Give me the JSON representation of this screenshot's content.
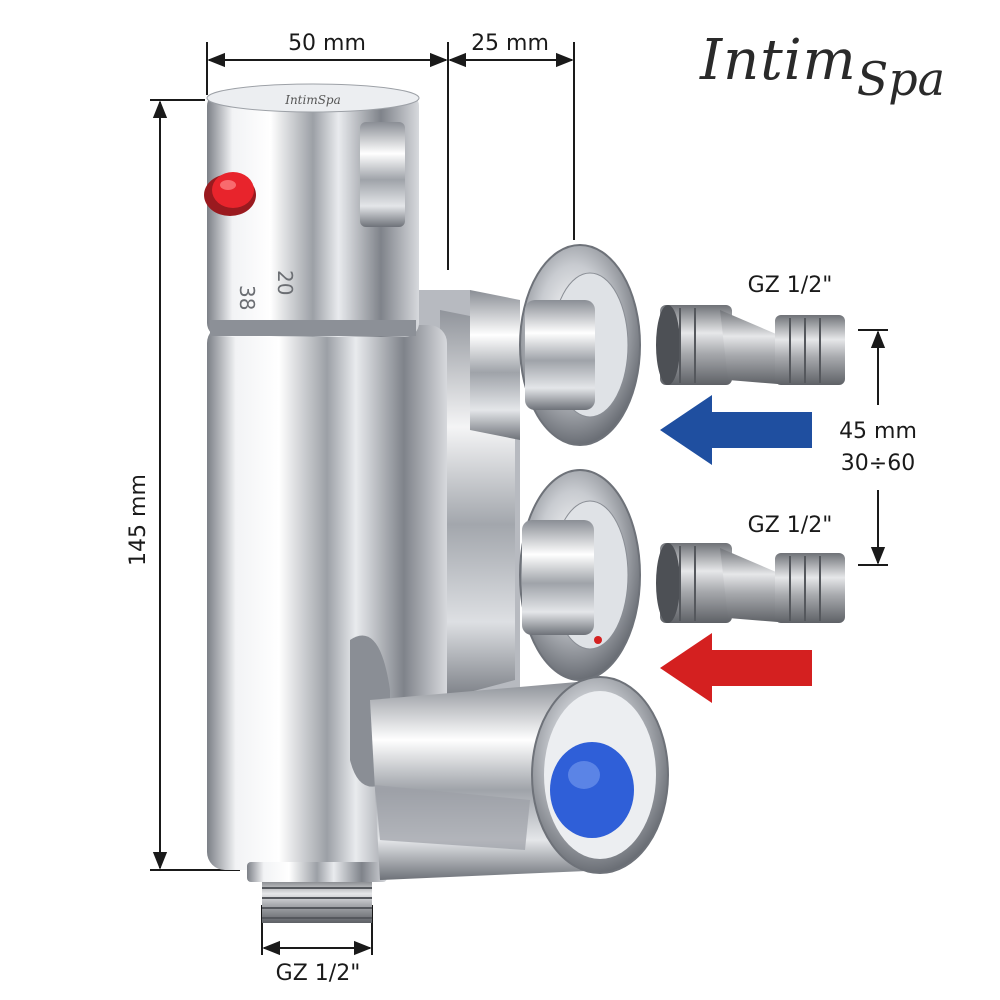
{
  "dimensions": {
    "width_top": "50 mm",
    "inlet_depth": "25 mm",
    "height": "145 mm",
    "inlet_spacing": "45 mm",
    "inlet_range": "30÷60"
  },
  "connectors": {
    "top_label": "GZ 1/2\"",
    "middle_label": "GZ 1/2\"",
    "bottom_label": "GZ 1/2\""
  },
  "cap_marks": {
    "scale_a": "38",
    "scale_b": "20",
    "cap_logo": "IntimSpa"
  },
  "brand": {
    "part1": "Intim",
    "part2": "Spa"
  },
  "colors": {
    "cold_arrow": "#1f4fa0",
    "hot_arrow": "#d42020",
    "red_button": "#e8242c",
    "blue_knob": "#2f5fd8",
    "chrome": "#c9ccd2"
  },
  "icons": {
    "cold": "cold-water-arrow-icon",
    "hot": "hot-water-arrow-icon"
  }
}
